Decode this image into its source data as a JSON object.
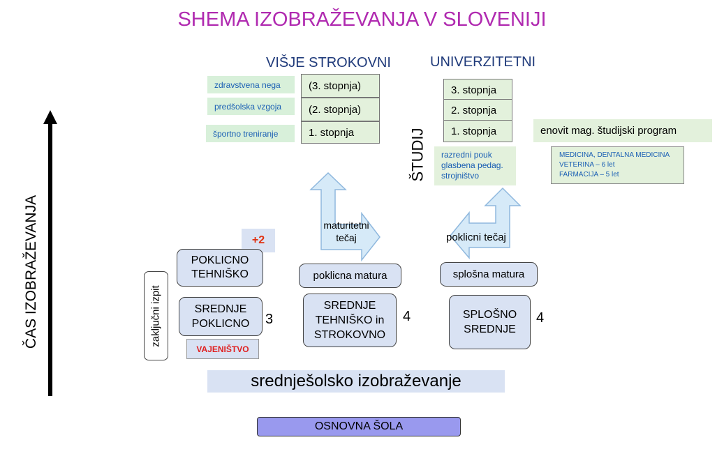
{
  "title": "SHEMA IZOBRAŽEVANJA V SLOVENIJI",
  "columns": {
    "vise": "VIŠJE STROKOVNI",
    "uni": "UNIVERZITETNI"
  },
  "vise_levels": [
    "(3. stopnja)",
    "(2. stopnja)",
    "1. stopnja"
  ],
  "vise_programs": [
    "zdravstvena nega",
    "predšolska vzgoja",
    "športno treniranje"
  ],
  "uni_levels": [
    "3. stopnja",
    "2. stopnja",
    "1. stopnja"
  ],
  "uni_programs": [
    "razredni pouk",
    "glasbena pedag.",
    "strojništvo"
  ],
  "studij": "ŠTUDIJ",
  "enovit": {
    "label": "enovit mag. študijski program",
    "lines": [
      "MEDICINA, DENTALNA MEDICINA",
      "VETERINA – 6 let",
      "FARMACIJA – 5 let"
    ]
  },
  "arrow_labels": {
    "maturitetni": [
      "maturitetni",
      "tečaj"
    ],
    "poklicni": "poklicni tečaj"
  },
  "secondary": {
    "plus2": "+2",
    "poklicno_tehnisko": [
      "POKLICNO",
      "TEHNIŠKO"
    ],
    "srednje_poklicno": [
      "SREDNJE",
      "POKLICNO"
    ],
    "years_sp": "3",
    "vajenistvo": "VAJENIŠTVO",
    "zakljucni": "zaključni izpit",
    "poklicna_matura": "poklicna matura",
    "srednje_tehnisko": [
      "SREDNJE",
      "TEHNIŠKO in",
      "STROKOVNO"
    ],
    "years_st": "4",
    "splosna_matura": "splošna matura",
    "splosno_srednje": [
      "SPLOŠNO",
      "SREDNJE"
    ],
    "years_ss": "4"
  },
  "axis": "ČAS IZOBRAŽEVANJA",
  "srednjesolsko": "srednješolsko izobraževanje",
  "osnovna": "OSNOVNA ŠOLA",
  "colors": {
    "title": "#b02ab0",
    "header": "#1f3a7a",
    "green": "#e3f1dc",
    "blue_box": "#d9e2f3",
    "arrow_fill": "#d6eaf8",
    "arrow_stroke": "#8fb8de",
    "accent_red": "#e03010",
    "osnovna_fill": "#9999ee"
  }
}
